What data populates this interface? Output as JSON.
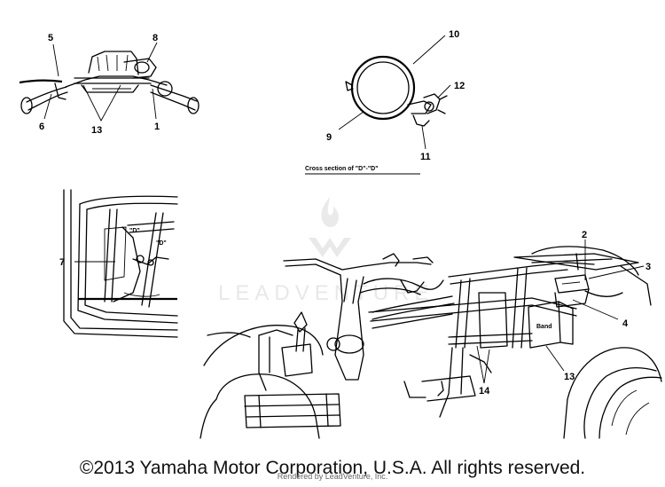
{
  "callouts": {
    "c1": "1",
    "c2": "2",
    "c3": "3",
    "c4": "4",
    "c5": "5",
    "c6": "6",
    "c7": "7",
    "c8": "8",
    "c9": "9",
    "c10": "10",
    "c11": "11",
    "c12": "12",
    "c13a": "13",
    "c13b": "13",
    "c14": "14"
  },
  "cross_section_label": "Cross section of \"D\"-\"D\"",
  "d_mark_left": "\"D\"",
  "d_mark_right": "\"D\"",
  "band_label": "Band",
  "watermark_text": "LEADVENTURE",
  "copyright": "©2013 Yamaha Motor Corporation, U.S.A. All rights reserved.",
  "rendered_by": "Rendered by LeadVenture, Inc."
}
